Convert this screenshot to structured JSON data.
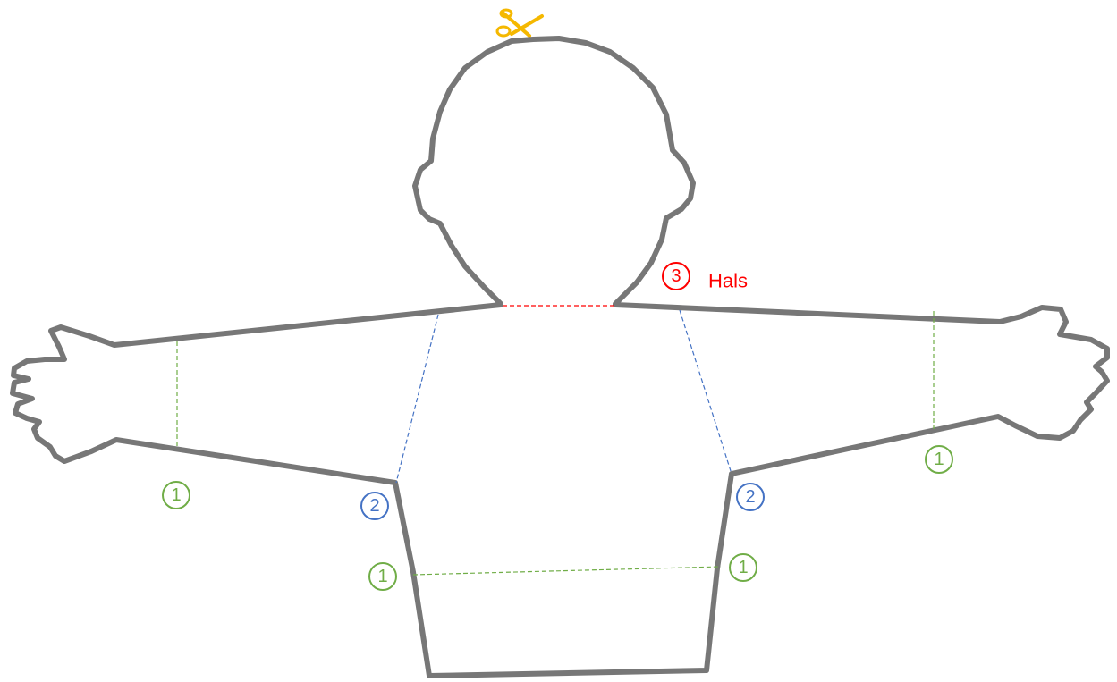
{
  "colors": {
    "outline": "#777777",
    "green": "#70ad47",
    "blue": "#4472c4",
    "red": "#ff0000",
    "scissors": "#f5b800"
  },
  "icons": {
    "scissors": "scissors-icon"
  },
  "markers": {
    "arm_left": "1",
    "armpit_left": "2",
    "waist_left": "1",
    "armpit_right": "2",
    "waist_right": "1",
    "arm_right": "1",
    "neck": "3"
  },
  "labels": {
    "neck": "Hals"
  }
}
